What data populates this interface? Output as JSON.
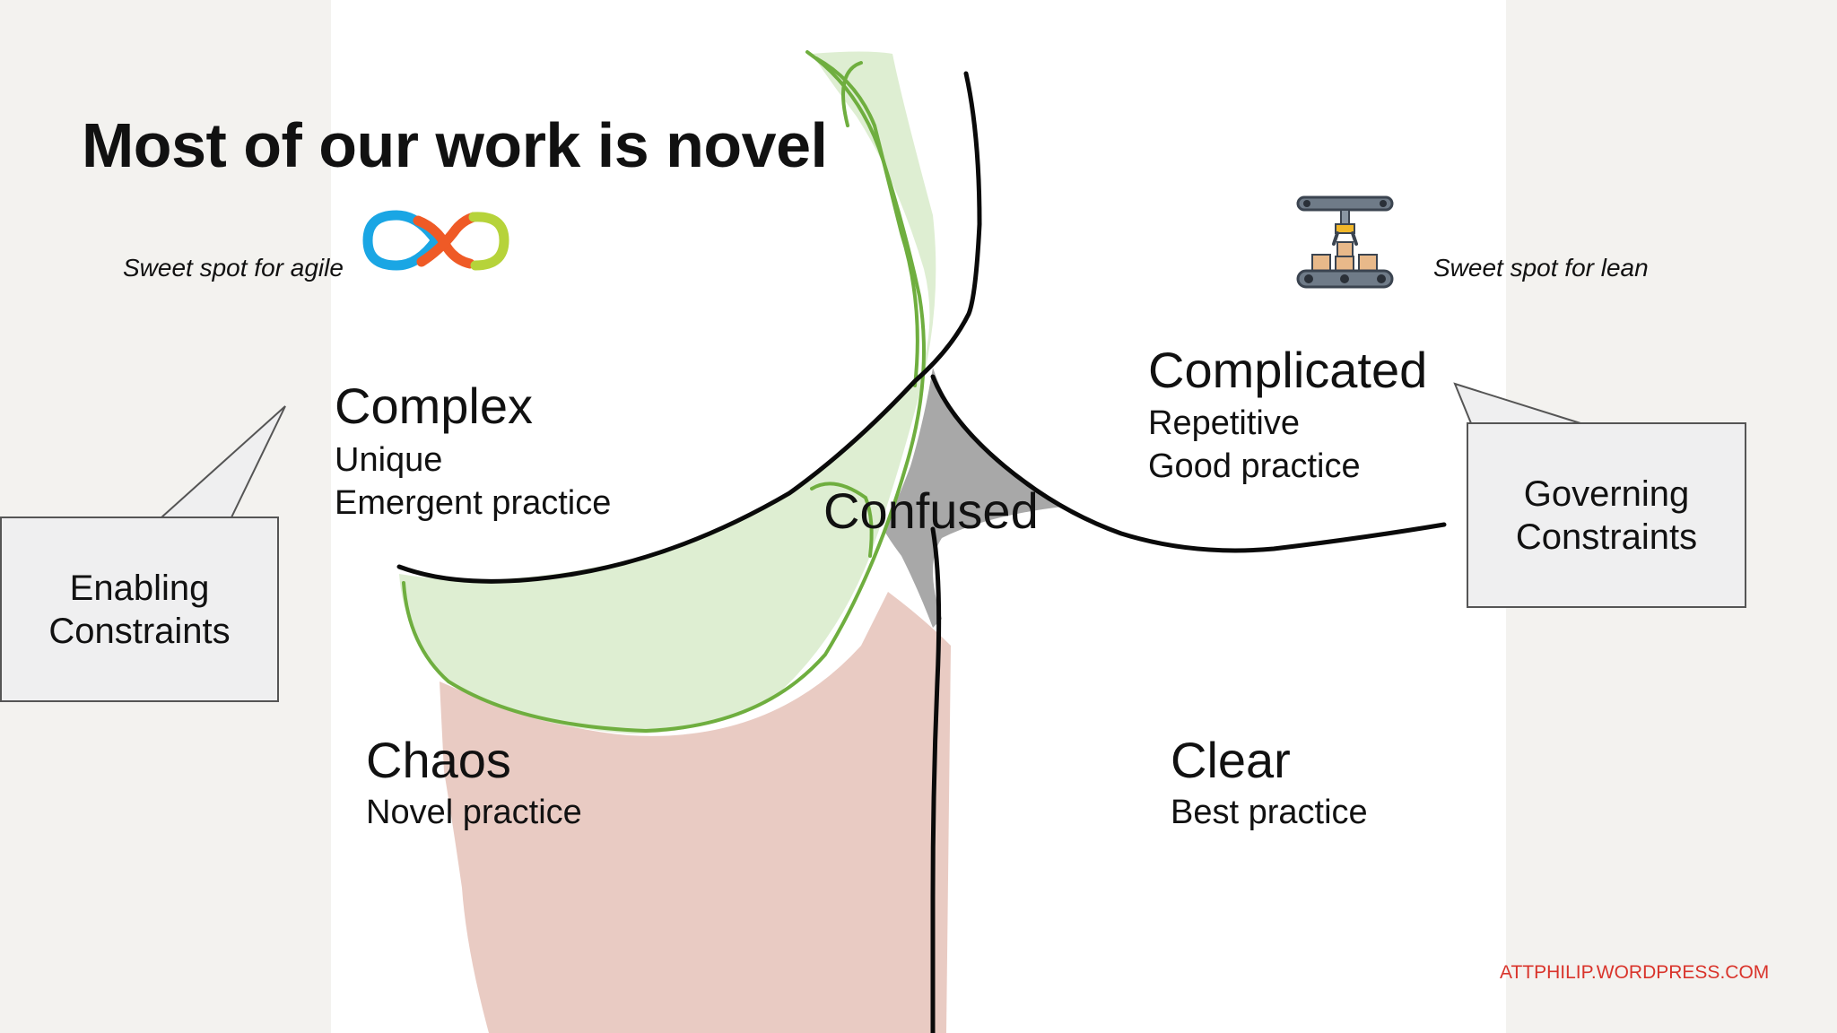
{
  "slide": {
    "title": "Most of our work is novel",
    "sweet_spot_agile": "Sweet spot for agile",
    "sweet_spot_lean": "Sweet spot for lean",
    "footer": "ATTPHILIP.WORDPRESS.COM"
  },
  "domains": {
    "complex": {
      "name": "Complex",
      "lines": [
        "Unique",
        "Emergent practice"
      ]
    },
    "complicated": {
      "name": "Complicated",
      "lines": [
        "Repetitive",
        "Good practice"
      ]
    },
    "chaos": {
      "name": "Chaos",
      "lines": [
        "Novel practice"
      ]
    },
    "clear": {
      "name": "Clear",
      "lines": [
        "Best practice"
      ]
    },
    "confused": {
      "name": "Confused"
    }
  },
  "callouts": {
    "left": [
      "Enabling",
      "Constraints"
    ],
    "right": [
      "Governing",
      "Constraints"
    ]
  },
  "icons": {
    "agile": "infinity-loop-icon",
    "lean": "conveyor-belt-robot-arm-icon"
  },
  "colors": {
    "green_fill": "#dcedd0",
    "green_stroke": "#6fae3f",
    "pink_fill": "#e9cbc3",
    "grey_fill": "#a8a8a8",
    "footer_red": "#d9342b",
    "agile_blue": "#1aa6e4",
    "agile_orange": "#ef5a26",
    "agile_green": "#b6d33a"
  }
}
